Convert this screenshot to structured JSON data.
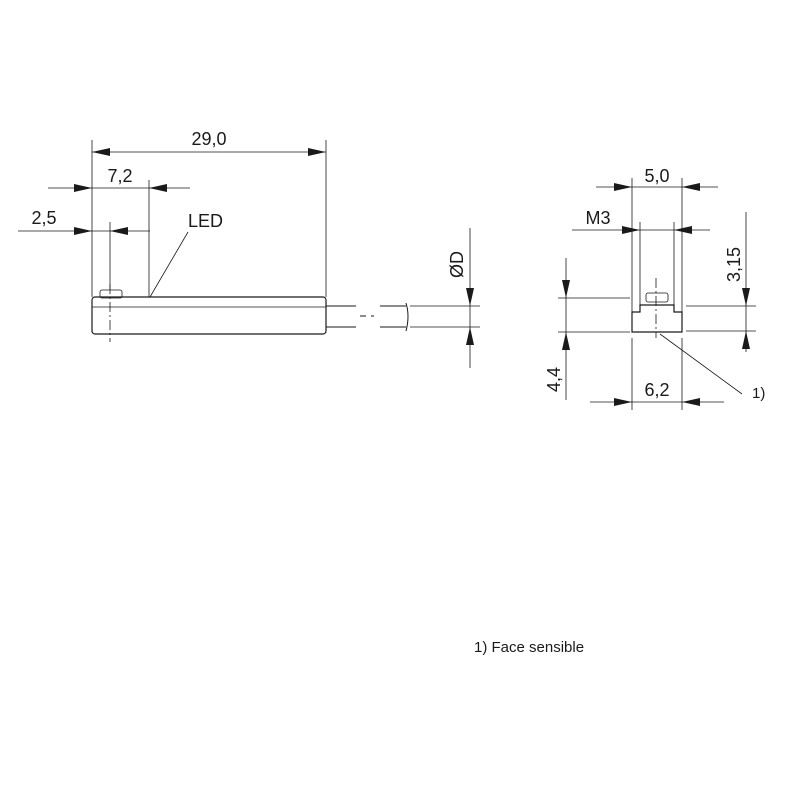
{
  "side_view": {
    "length_dim": "29,0",
    "led_offset_dim": "7,2",
    "screw_offset_dim": "2,5",
    "led_label": "LED",
    "cable_dim": "ØD"
  },
  "front_view": {
    "width_top_dim": "5,0",
    "thread_dim": "M3",
    "head_height_dim": "3,15",
    "height_dim": "4,4",
    "width_bottom_dim": "6,2",
    "face_callout": "1)"
  },
  "footnote": "1) Face sensible"
}
